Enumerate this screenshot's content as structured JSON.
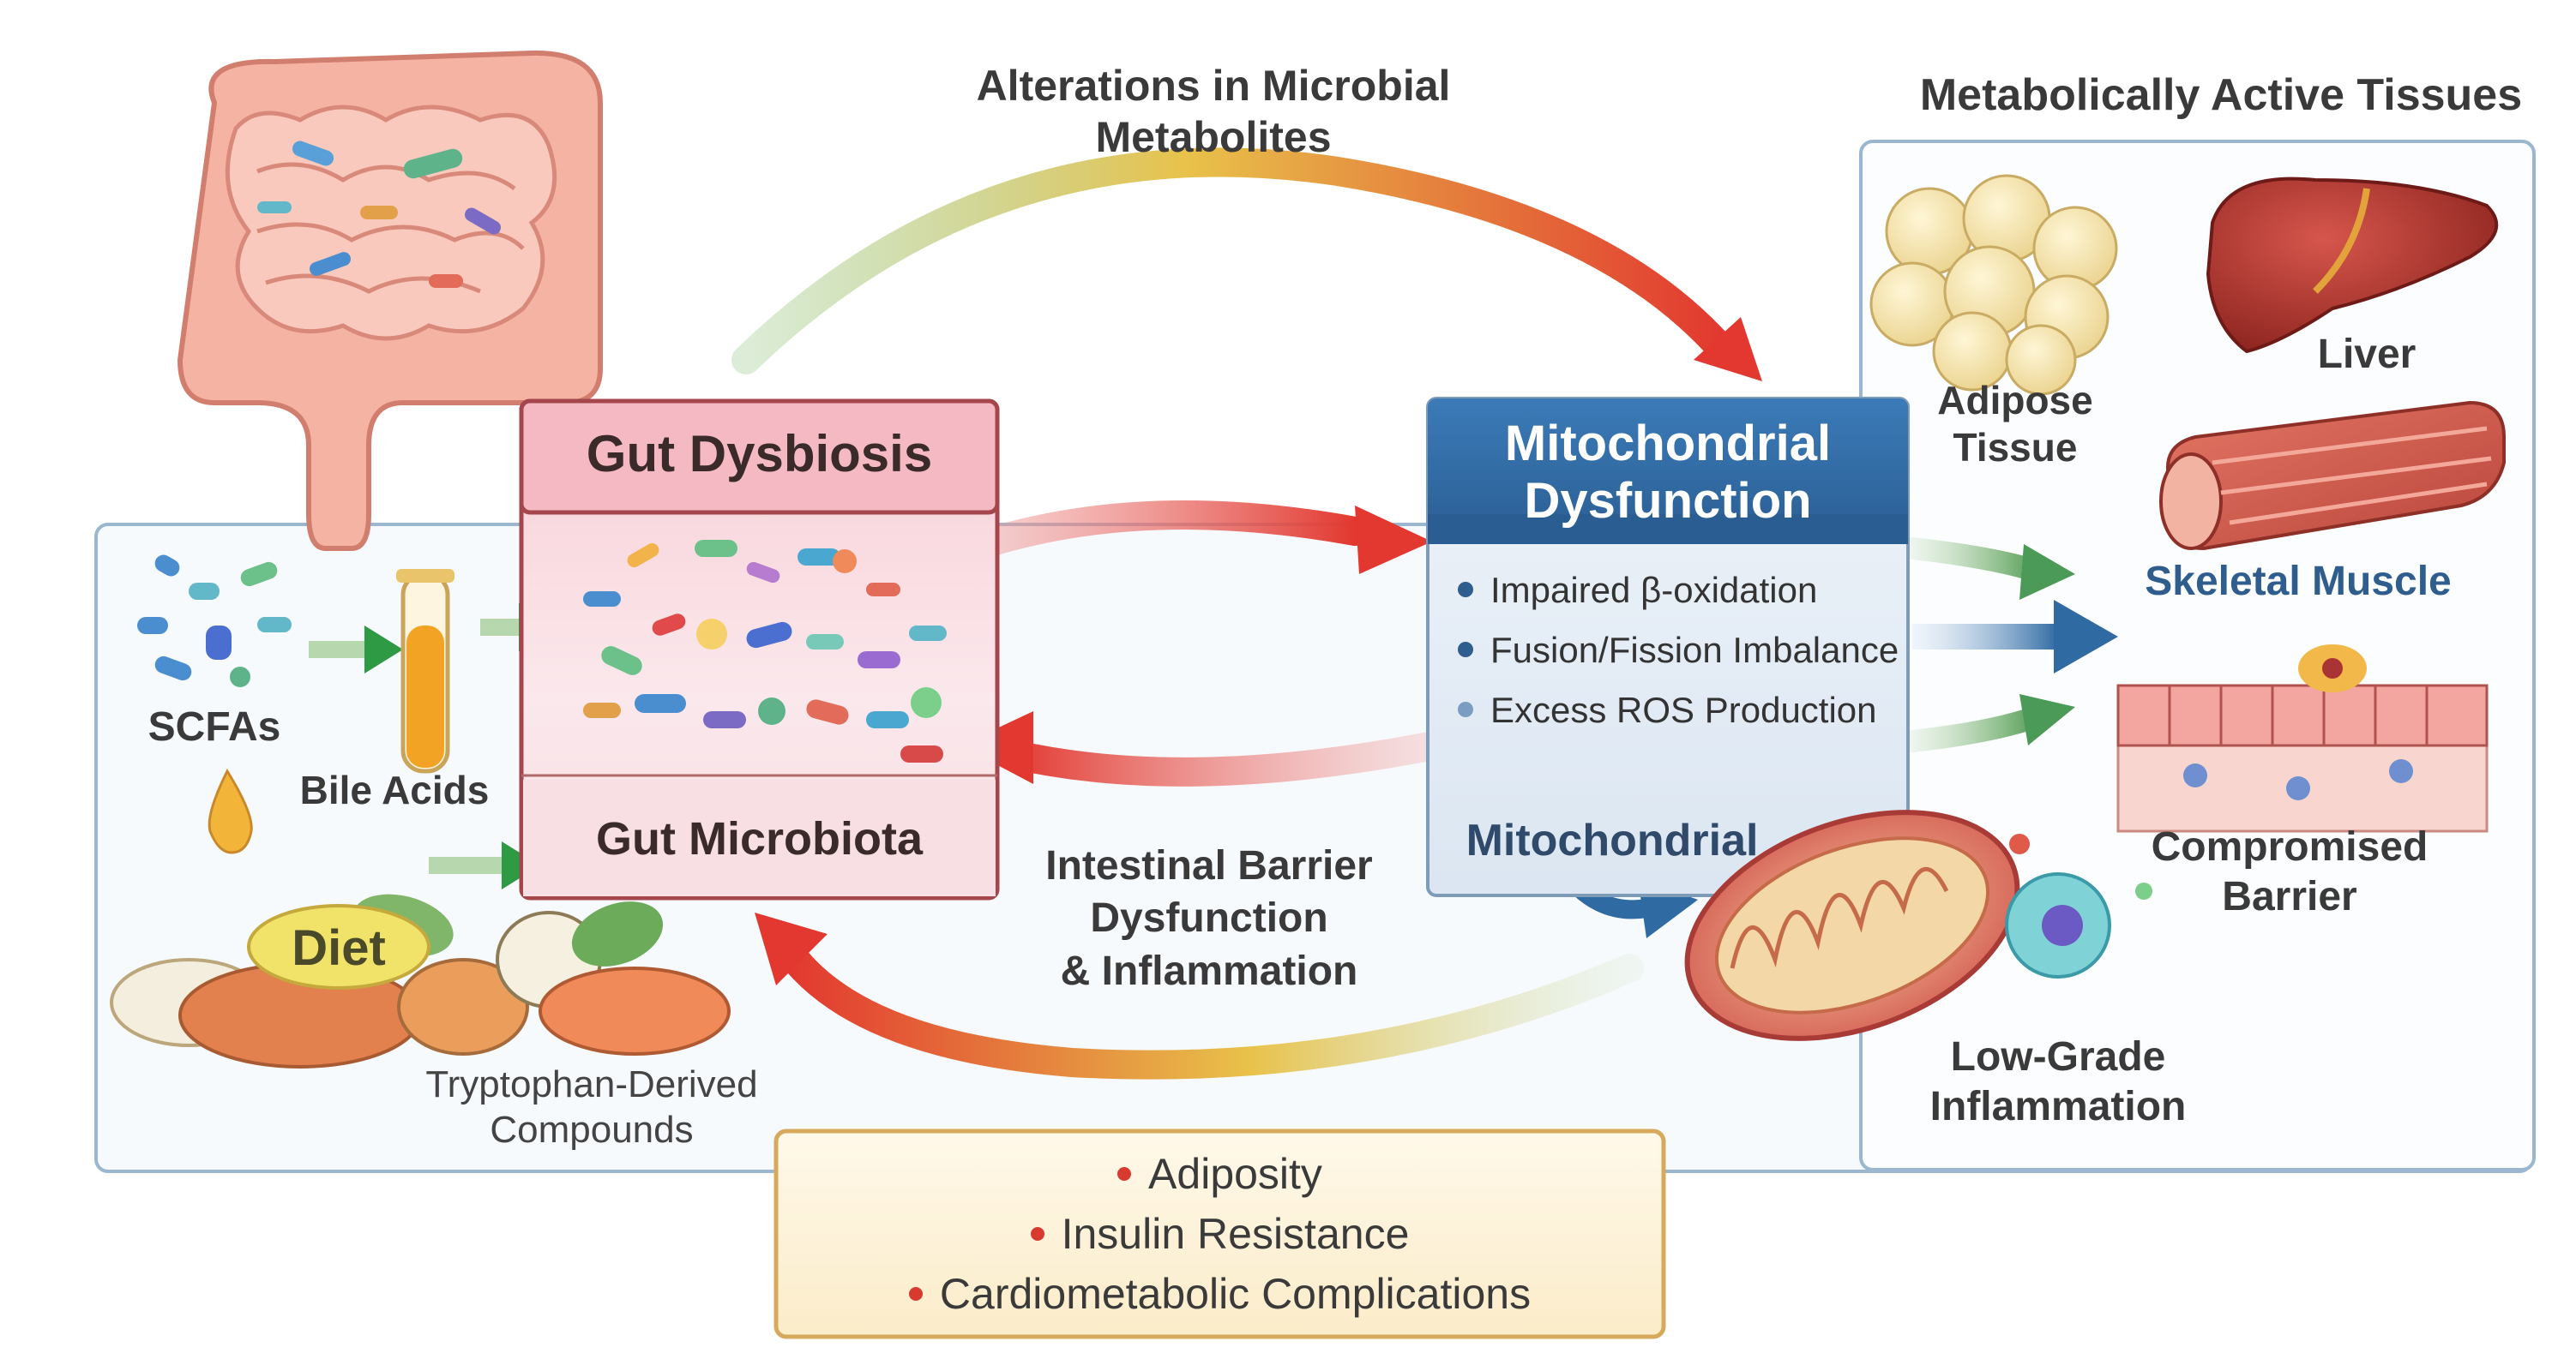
{
  "header": {
    "top_arrow_label_line1": "Alterations in Microbial",
    "top_arrow_label_line2": "Metabolites",
    "tissues_title": "Metabolically Active Tissues"
  },
  "gut": {
    "box_title": "Gut Dysbiosis",
    "box_subtitle": "Gut Microbiota"
  },
  "inputs": {
    "scfas": "SCFAs",
    "bile_acids": "Bile Acids",
    "diet": "Diet",
    "tryptophan_line1": "Tryptophan-Derived",
    "tryptophan_line2": "Compounds"
  },
  "mito": {
    "title_line1": "Mitochondrial",
    "title_line2": "Dysfunction",
    "bullets": [
      "Impaired β-oxidation",
      "Fusion/Fission Imbalance",
      "Excess ROS Production"
    ],
    "footer": "Mitochondrial"
  },
  "middle": {
    "barrier_line1": "Intestinal Barrier",
    "barrier_line2": "Dysfunction",
    "barrier_line3": "& Inflammation"
  },
  "tissues": {
    "adipose_line1": "Adipose",
    "adipose_line2": "Tissue",
    "liver": "Liver",
    "skeletal_muscle": "Skeletal Muscle",
    "barrier_line1": "Compromised",
    "barrier_line2": "Barrier"
  },
  "inflammation": {
    "line1": "Low-Grade",
    "line2": "Inflammation"
  },
  "outcomes": [
    "Adiposity",
    "Insulin Resistance",
    "Cardiometabolic Complications"
  ],
  "colors": {
    "mito_header": "#2f6aa3",
    "gut_box_fill": "#f8d7dc",
    "arrow_red": "#e2382f",
    "arrow_green": "#6aa95a",
    "arrow_blue": "#2f6aa3",
    "outcome_dot": "#d93a2f",
    "panel_border": "#9bb7cf"
  }
}
